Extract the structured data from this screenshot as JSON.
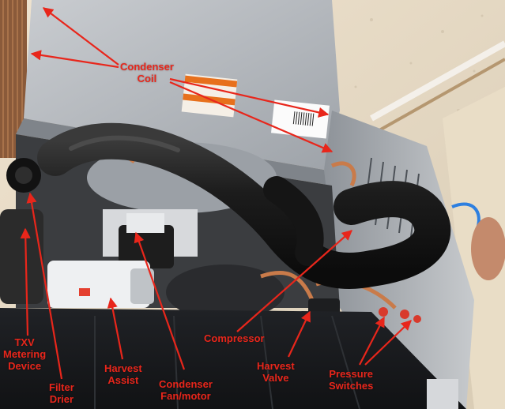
{
  "photo": {
    "subject": "Ice machine condensing unit with labeled components",
    "label_color": "#e8261b"
  },
  "annotations": [
    {
      "id": "condenser-coil",
      "lines": [
        "Condenser",
        "Coil"
      ]
    },
    {
      "id": "compressor",
      "lines": [
        "Compressor"
      ]
    },
    {
      "id": "txv-metering-device",
      "lines": [
        "TXV",
        "Metering",
        "Device"
      ]
    },
    {
      "id": "filter-drier",
      "lines": [
        "Filter",
        "Drier"
      ]
    },
    {
      "id": "harvest-assist",
      "lines": [
        "Harvest",
        "Assist"
      ]
    },
    {
      "id": "condenser-fan-motor",
      "lines": [
        "Condenser",
        "Fan/motor"
      ]
    },
    {
      "id": "harvest-valve",
      "lines": [
        "Harvest",
        "Valve"
      ]
    },
    {
      "id": "pressure-switches",
      "lines": [
        "Pressure",
        "Switches"
      ]
    }
  ]
}
